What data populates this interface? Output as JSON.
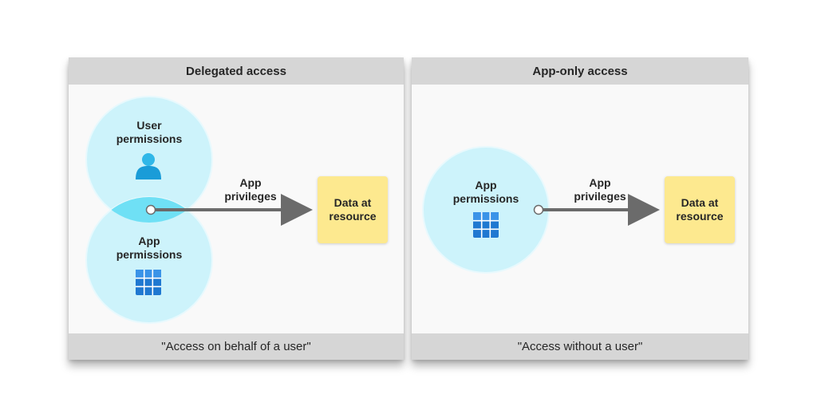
{
  "delegated": {
    "title": "Delegated access",
    "footer": "\"Access on behalf of a user\"",
    "user_circle_label": "User\npermissions",
    "app_circle_label": "App\npermissions",
    "arrow_label": "App\nprivileges",
    "resource_label": "Data at\nresource",
    "icons": [
      "person-icon",
      "app-grid-icon"
    ]
  },
  "app_only": {
    "title": "App-only access",
    "footer": "\"Access without a user\"",
    "app_circle_label": "App\npermissions",
    "arrow_label": "App\nprivileges",
    "resource_label": "Data at\nresource",
    "icons": [
      "app-grid-icon"
    ]
  },
  "colors": {
    "circle_fill": "#cdf3fb",
    "overlap_fill": "#6fe0f5",
    "arrow": "#6b6b6b",
    "resource_fill": "#fde98f",
    "header_fill": "#d6d6d6",
    "icon_blue": "#1f78d1"
  }
}
